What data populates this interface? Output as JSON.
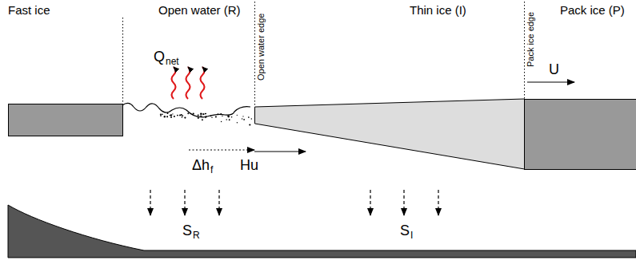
{
  "diagram": {
    "labels": [
      "Fast ice",
      "Open water (R)",
      "Thin ice (I)",
      "Pack ice (P)",
      "Open water edge",
      "Pack ice edge",
      "Q",
      "net",
      "U",
      "Δh",
      "f",
      "Hu",
      "S",
      "R",
      "S",
      "I"
    ]
  }
}
